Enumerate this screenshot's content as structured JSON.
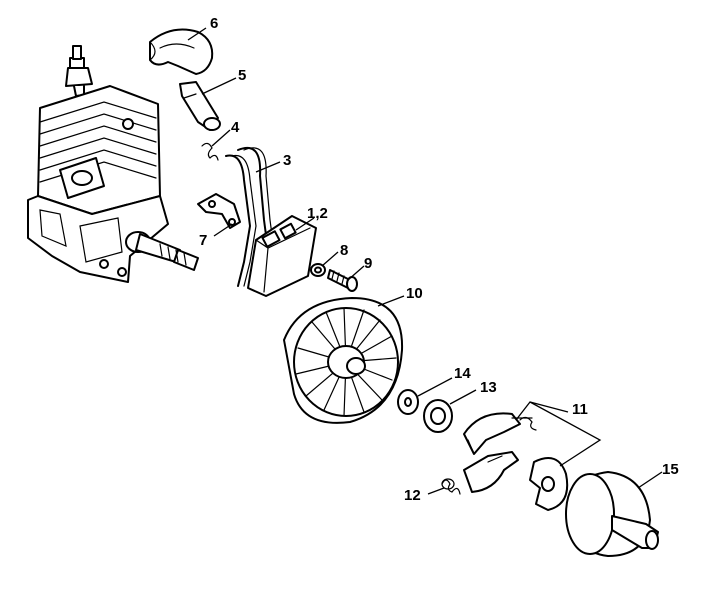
{
  "callouts": {
    "c6": "6",
    "c5": "5",
    "c4": "4",
    "c3": "3",
    "c12a": "1,2",
    "c7": "7",
    "c8": "8",
    "c9": "9",
    "c10": "10",
    "c14": "14",
    "c13": "13",
    "c11": "11",
    "c12": "12",
    "c15": "15"
  }
}
